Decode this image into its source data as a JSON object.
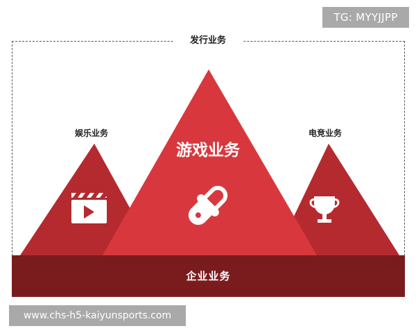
{
  "watermark": {
    "tg": "TG: MYYJJPP",
    "url": "www.chs-h5-kaiyunsports.com"
  },
  "diagram": {
    "top_label": "发行业务",
    "left_label": "娱乐业务",
    "right_label": "电竞业务",
    "center_label": "游戏业务",
    "base_label": "企业业务",
    "left_icon": "clapperboard-icon",
    "center_icon": "game-controller-icon",
    "right_icon": "trophy-icon"
  },
  "colors": {
    "center_triangle": "#d8383d",
    "side_triangle": "#b52a2f",
    "base_bar": "#7a1c1e",
    "dashed_border": "#555555",
    "watermark_bg": "#a9a9a9"
  }
}
